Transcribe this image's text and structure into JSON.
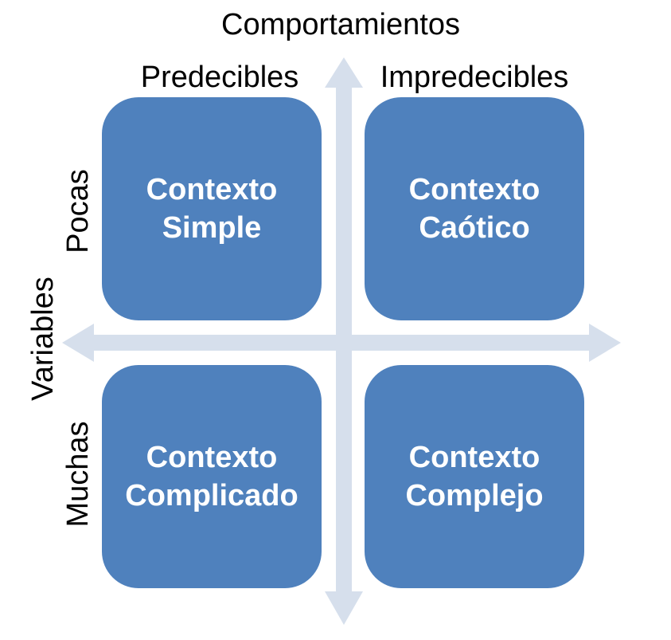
{
  "title": "Comportamientos",
  "columns": {
    "left": "Predecibles",
    "right": "Impredecibles"
  },
  "rows_axis_label": "Variables",
  "rows": {
    "top": "Pocas",
    "bottom": "Muchas"
  },
  "quadrants": {
    "top_left": {
      "line1": "Contexto",
      "line2": "Simple"
    },
    "top_right": {
      "line1": "Contexto",
      "line2": "Caótico"
    },
    "bottom_left": {
      "line1": "Contexto",
      "line2": "Complicado"
    },
    "bottom_right": {
      "line1": "Contexto",
      "line2": "Complejo"
    }
  },
  "colors": {
    "box": "#4f81bd",
    "arrow": "#d6dfec",
    "box_text": "#ffffff",
    "label_text": "#000000"
  }
}
